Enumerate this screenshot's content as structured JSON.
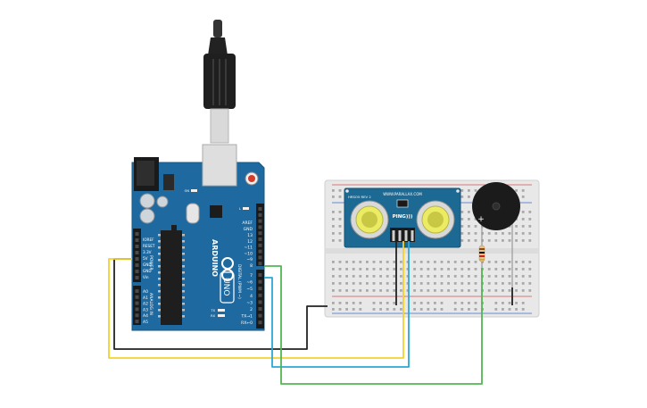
{
  "arduino": {
    "brand": "ARDUINO",
    "model": "UNO",
    "aref": "AREF",
    "gnd": "GND",
    "power_label": "POWER",
    "analog_label": "ANALOG IN",
    "digital_label": "DIGITAL (PWM ~)",
    "power_pins": [
      "IOREF",
      "RESET",
      "3.3V",
      "5V",
      "GND",
      "GND",
      "Vin"
    ],
    "analog_pins": [
      "A0",
      "A1",
      "A2",
      "A3",
      "A4",
      "A5"
    ],
    "digital_top": [
      "13",
      "12",
      "~11",
      "~10",
      "~9",
      "8"
    ],
    "digital_bottom": [
      "7",
      "~6",
      "~5",
      "4",
      "~3",
      "2",
      "TX→1",
      "RX←0"
    ],
    "tx": "TX",
    "rx": "RX",
    "on": "ON",
    "l": "L"
  },
  "sensor": {
    "model_small": "HRSO5 REV 2",
    "site": "WWW.PARALLAX.COM",
    "ping": "PING)))"
  },
  "buzzer": {
    "plus": "+"
  },
  "colors": {
    "board": "#1e6aa0",
    "wire_yellow": "#f2d22e",
    "wire_blue": "#2aa7d6",
    "wire_green": "#52b652",
    "wire_black": "#222222"
  }
}
